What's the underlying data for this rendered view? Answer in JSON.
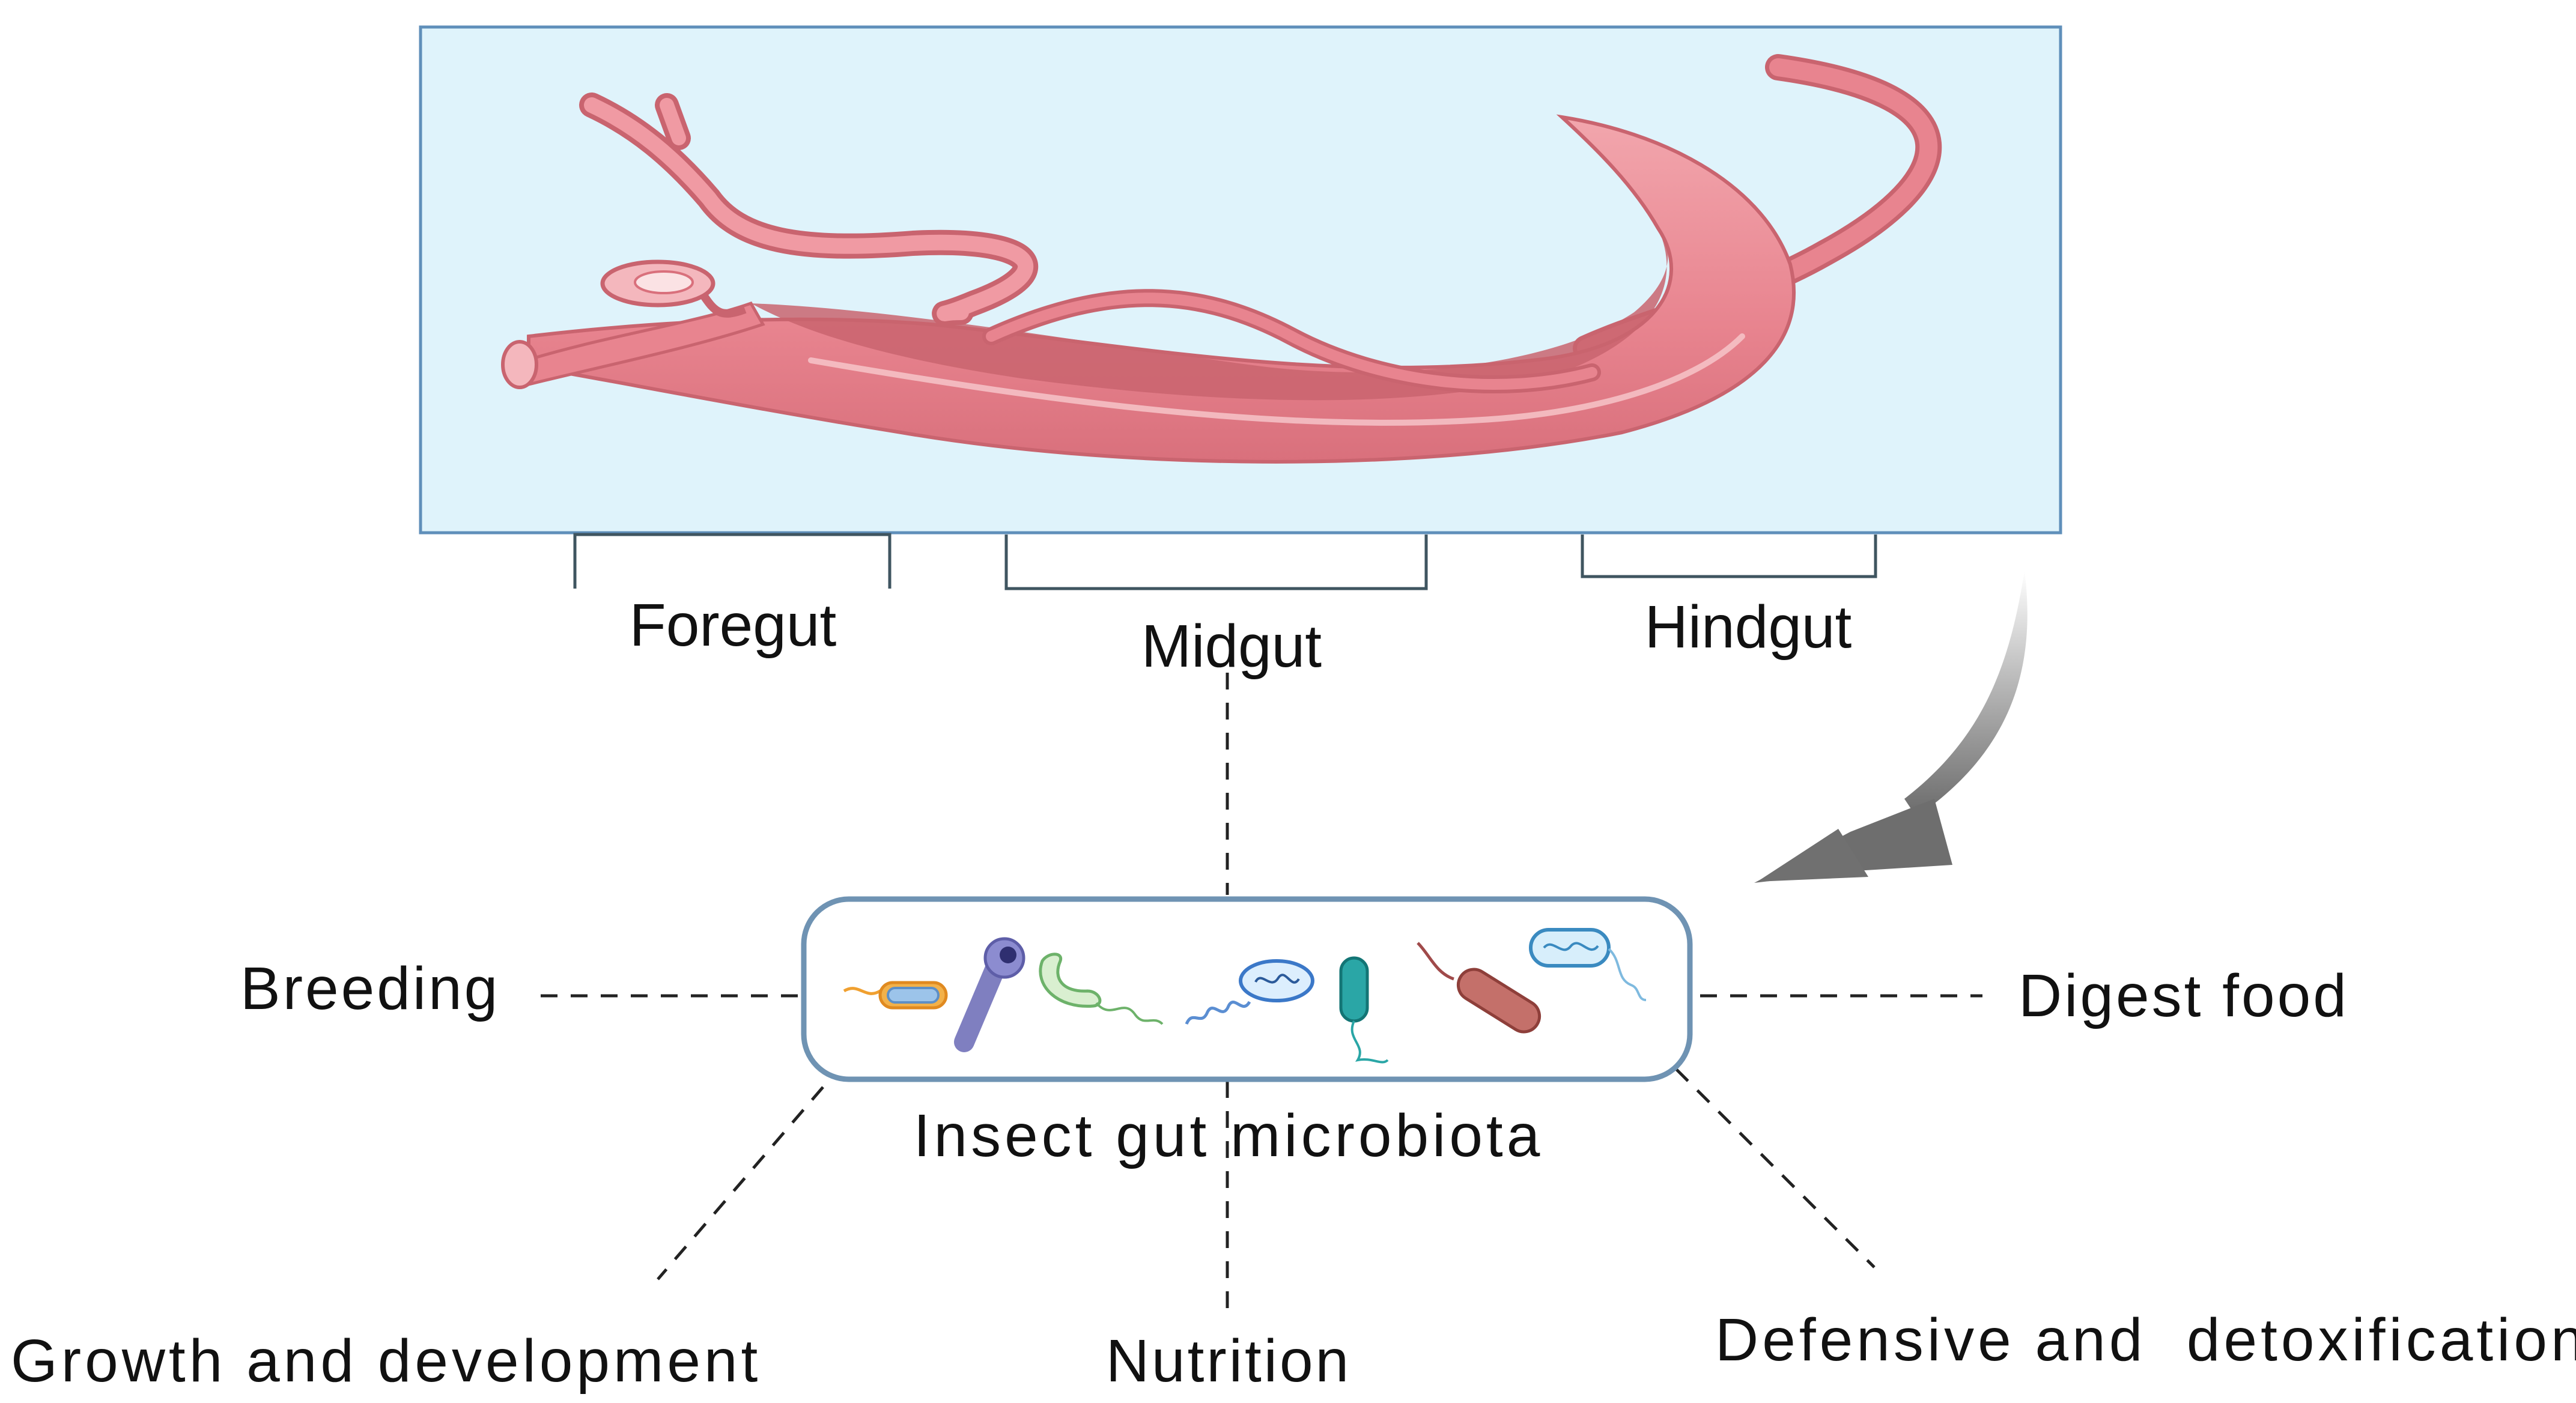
{
  "sections": {
    "foregut": "Foregut",
    "midgut": "Midgut",
    "hindgut": "Hindgut"
  },
  "center": {
    "label": "Insect gut microbiota"
  },
  "functions": {
    "breeding": "Breeding",
    "digest_food": "Digest food",
    "growth": "Growth and development",
    "nutrition": "Nutrition",
    "defense": "Defensive and  detoxification"
  },
  "colors": {
    "panel_fill": "#dff3fb",
    "panel_border": "#5f8fba",
    "gut": "#e8848f",
    "gut_dark": "#c9646f",
    "gut_light": "#f4b7bd",
    "box_border": "#6f93b3",
    "arrow": "#7a7a7a"
  }
}
